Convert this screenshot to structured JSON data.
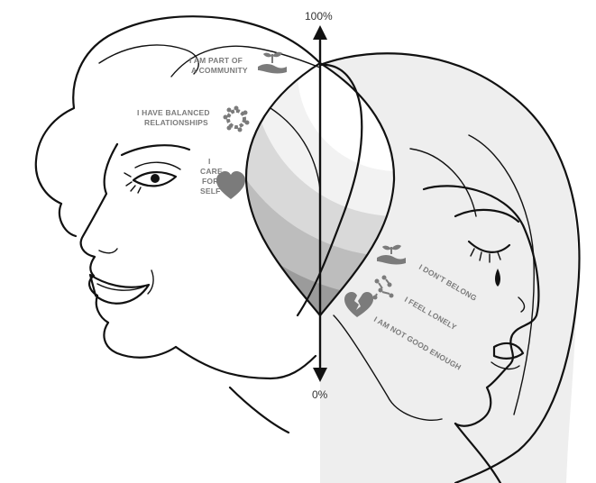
{
  "axis": {
    "top_label": "100%",
    "bottom_label": "0%"
  },
  "positive_statements": {
    "community": [
      "I AM PART OF",
      "A COMMUNITY"
    ],
    "relationships": [
      "I HAVE BALANCED",
      "RELATIONSHIPS"
    ],
    "self_care": [
      "I",
      "CARE",
      "FOR",
      "SELF"
    ]
  },
  "negative_statements": {
    "belong": "I DON'T BELONG",
    "lonely": "I FEEL LONELY",
    "not_enough": "I AM NOT GOOD ENOUGH"
  },
  "icons": {
    "community": "hand-plant-icon",
    "relationships": "people-circle-icon",
    "self_care": "heart-icon",
    "belong": "hand-plant-icon",
    "lonely": "broken-people-icon",
    "not_enough": "broken-heart-icon"
  },
  "colors": {
    "line": "#111111",
    "label_text": "#7b7b7b",
    "right_face_fill": "#eeeeee",
    "gradient_bands": [
      "#ffffff",
      "#f2f2f2",
      "#d9d9d9",
      "#bdbdbd",
      "#9b9b9b"
    ]
  }
}
